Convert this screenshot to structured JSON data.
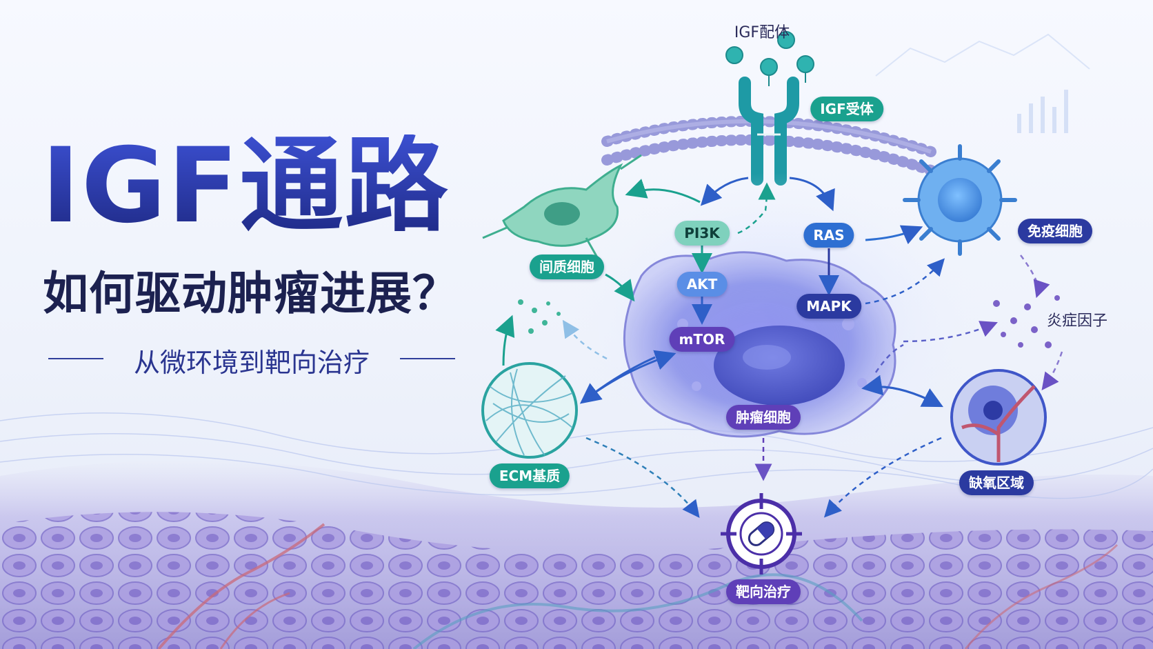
{
  "title": {
    "main": "IGF通路",
    "sub": "如何驱动肿瘤进展？",
    "tagline": "从微环境到靶向治疗"
  },
  "labels": {
    "ligand": "IGF配体",
    "receptor": "IGF受体",
    "stromal_cell": "间质细胞",
    "immune_cell": "免疫细胞",
    "pi3k": "PI3K",
    "akt": "AKT",
    "mtor": "mTOR",
    "ras": "RAS",
    "mapk": "MAPK",
    "inflammatory_factors": "炎症因子",
    "ecm": "ECM基质",
    "tumor_cell": "肿瘤细胞",
    "hypoxia": "缺氧区域",
    "targeted_therapy": "靶向治疗"
  },
  "colors": {
    "title_blue": "#2a3aa6",
    "teal": "#1aa18e",
    "blue": "#2e6fd2",
    "purple": "#5f3fb8",
    "navy": "#2b3aa0",
    "membrane": "#8e8fd6"
  },
  "icons": [
    "stromal-cell-icon",
    "immune-cell-icon",
    "tumor-cell-icon",
    "ecm-fiber-icon",
    "hypoxia-vessel-icon",
    "target-pill-icon",
    "receptor-icon",
    "ligand-icon"
  ]
}
